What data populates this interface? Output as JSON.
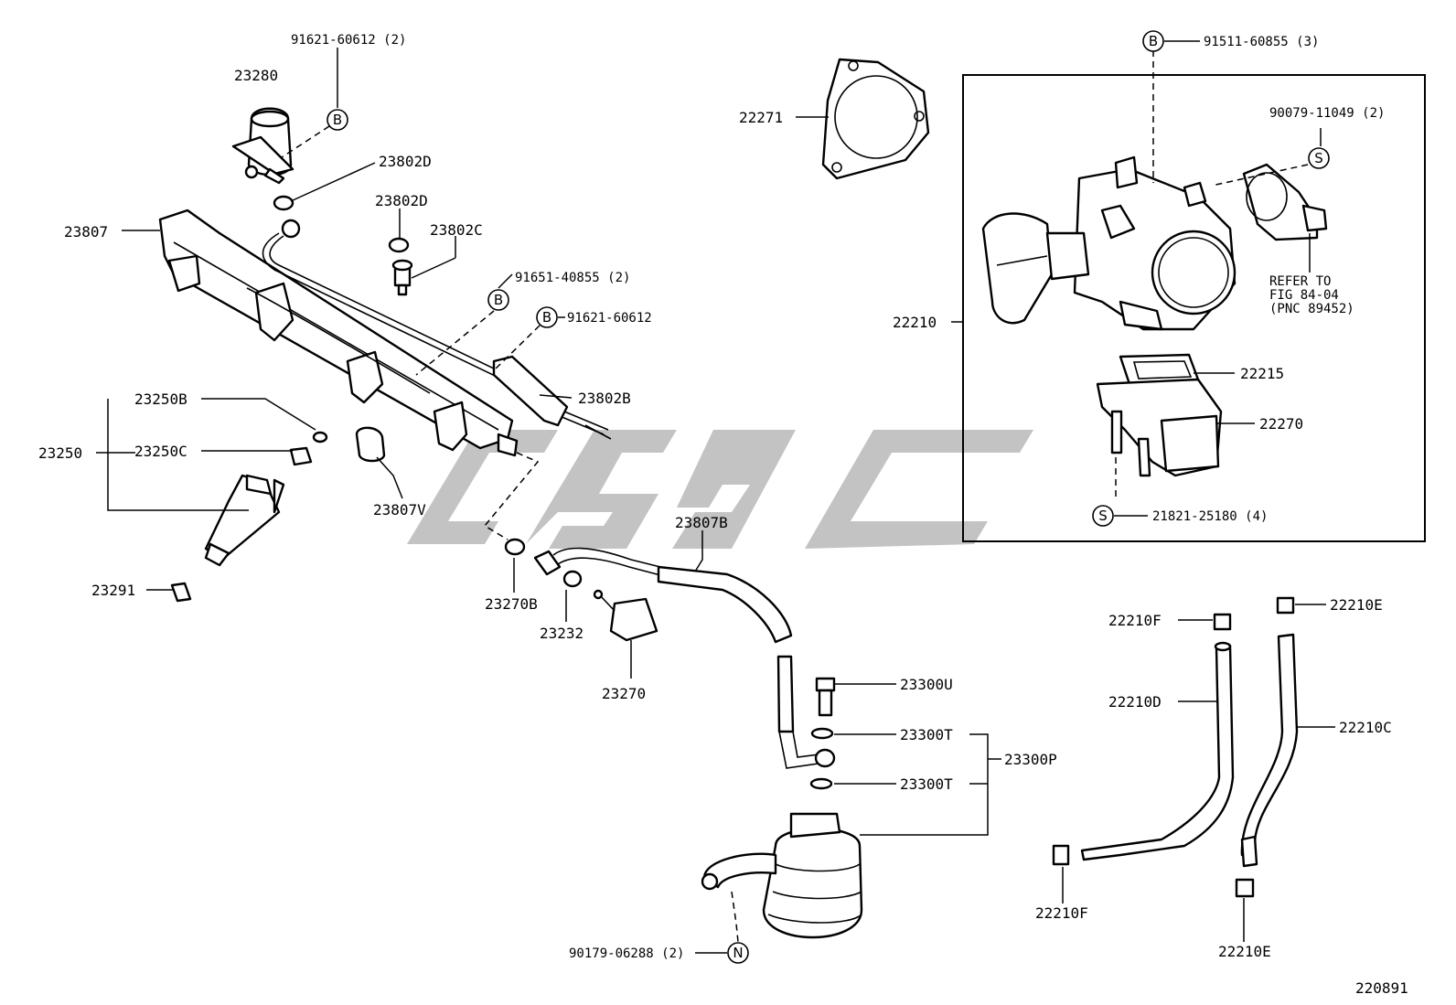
{
  "labels": {
    "p91621_2": "91621-60612 (2)",
    "p23280": "23280",
    "p23802D_a": "23802D",
    "p23802D_b": "23802D",
    "p23802C": "23802C",
    "p23807": "23807",
    "p91651": "91651-40855 (2)",
    "p91621": "91621-60612",
    "p23802B": "23802B",
    "p23250B": "23250B",
    "p23250": "23250",
    "p23250C": "23250C",
    "p23807V": "23807V",
    "p23291": "23291",
    "p23807B": "23807B",
    "p23270B": "23270B",
    "p23232": "23232",
    "p23270": "23270",
    "p23300U": "23300U",
    "p23300T_a": "23300T",
    "p23300T_b": "23300T",
    "p23300P": "23300P",
    "p90179": "90179-06288 (2)",
    "p22271": "22271",
    "p91511": "91511-60855 (3)",
    "p90079": "90079-11049 (2)",
    "p22210": "22210",
    "refer1": "REFER TO",
    "refer2": "FIG 84-04",
    "refer3": "(PNC 89452)",
    "p22215": "22215",
    "p22270": "22270",
    "p21821": "21821-25180 (4)",
    "p22210F_a": "22210F",
    "p22210E_a": "22210E",
    "p22210D": "22210D",
    "p22210C": "22210C",
    "p22210F_b": "22210F",
    "p22210E_b": "22210E",
    "diagram_id": "220891"
  },
  "codes": {
    "B": "B",
    "S": "S",
    "N": "N"
  }
}
